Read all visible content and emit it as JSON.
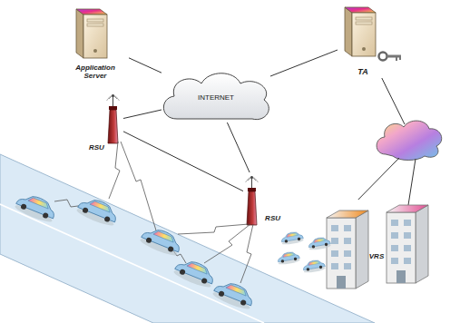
{
  "diagram": {
    "nodes": [
      {
        "text": [
          "Application Server"
        ]
      },
      {
        "text": [
          "TA"
        ]
      },
      {
        "text": [
          "INTERNET"
        ]
      },
      {
        "text": [
          "RSU"
        ]
      },
      {
        "text": [
          "RSU"
        ]
      },
      {
        "text": [
          "VRS"
        ]
      }
    ],
    "edges": [
      {
        "from": 0,
        "to": 2,
        "arrow": "none"
      },
      {
        "from": 1,
        "to": 2,
        "arrow": "none"
      },
      {
        "from": 3,
        "to": 2,
        "arrow": "none"
      },
      {
        "from": 4,
        "to": 2,
        "arrow": "none"
      },
      {
        "from": 3,
        "to": 4,
        "arrow": "none"
      },
      {
        "from": 1,
        "to": 5,
        "arrow": "none"
      }
    ]
  }
}
